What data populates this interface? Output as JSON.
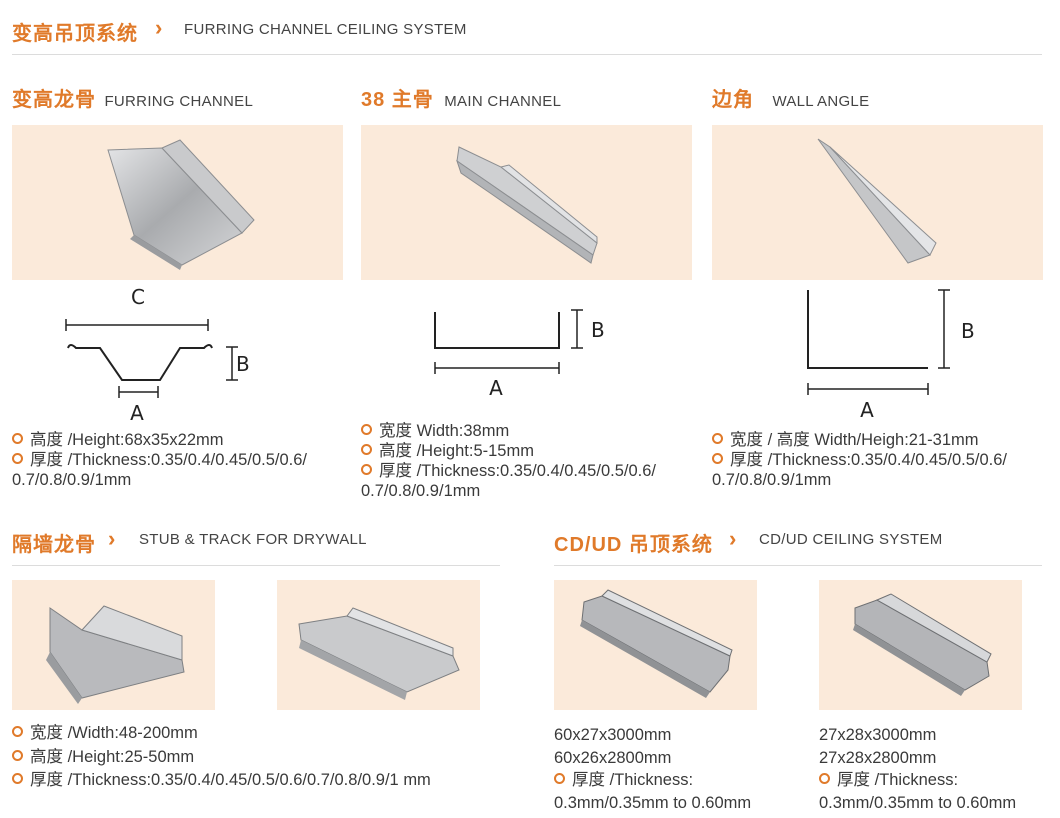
{
  "header": {
    "cn": "变高吊顶系统",
    "en": "FURRING CHANNEL CEILING SYSTEM"
  },
  "sections": {
    "furring": {
      "cn": "变高龙骨",
      "en": "FURRING CHANNEL",
      "labels": {
        "c": "C",
        "b": "B",
        "a": "A"
      },
      "spec1": "高度 /Height:68x35x22mm",
      "spec2": "厚度 /Thickness:0.35/0.4/0.45/0.5/0.6/",
      "spec3": "0.7/0.8/0.9/1mm"
    },
    "main": {
      "cn": "38 主骨",
      "en": "MAIN CHANNEL",
      "labels": {
        "b": "B",
        "a": "A"
      },
      "spec1": "宽度 Width:38mm",
      "spec2": "高度 /Height:5-15mm",
      "spec3": "厚度 /Thickness:0.35/0.4/0.45/0.5/0.6/",
      "spec4": "0.7/0.8/0.9/1mm"
    },
    "angle": {
      "cn": "边角",
      "en": "WALL ANGLE",
      "labels": {
        "b": "B",
        "a": "A"
      },
      "spec1": "宽度 / 高度 Width/Heigh:21-31mm",
      "spec2": "厚度 /Thickness:0.35/0.4/0.45/0.5/0.6/",
      "spec3": "0.7/0.8/0.9/1mm"
    },
    "stub": {
      "cn": "隔墙龙骨",
      "en": "STUB & TRACK FOR DRYWALL",
      "spec1": "宽度 /Width:48-200mm",
      "spec2": "高度 /Height:25-50mm",
      "spec3": "厚度 /Thickness:0.35/0.4/0.45/0.5/0.6/0.7/0.8/0.9/1 mm"
    },
    "cdud": {
      "cn": "CD/UD 吊顶系统",
      "en": "CD/UD CEILING SYSTEM",
      "left": {
        "size1": "60x27x3000mm",
        "size2": "60x26x2800mm",
        "thick_label": "厚度 /Thickness:",
        "thick_value": "0.3mm/0.35mm to 0.60mm"
      },
      "right": {
        "size1": "27x28x3000mm",
        "size2": "27x28x2800mm",
        "thick_label": "厚度 /Thickness:",
        "thick_value": "0.3mm/0.35mm to 0.60mm"
      }
    }
  },
  "colors": {
    "accent": "#e07a2a",
    "photo_bg": "#fbeada",
    "rule": "#dcdcdc"
  }
}
